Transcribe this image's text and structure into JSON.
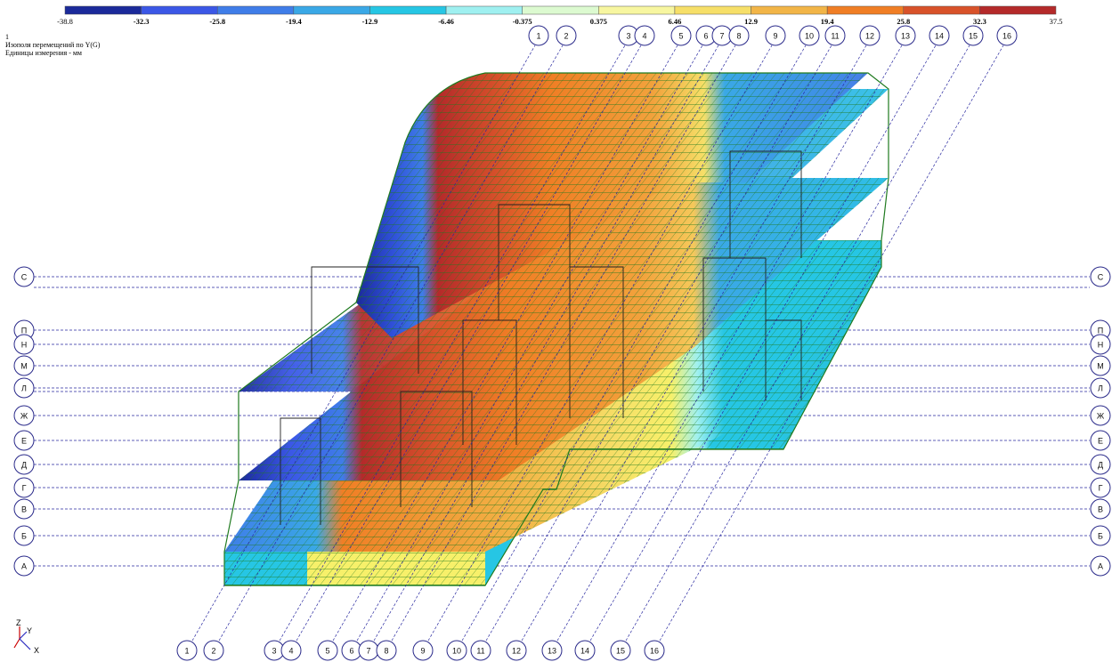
{
  "header": {
    "step": "1",
    "title": "Изополя перемещений по Y(G)",
    "units": "Единицы измерения - мм"
  },
  "scale": {
    "labels": [
      "-38.8",
      "-32.3",
      "-25.8",
      "-19.4",
      "-12.9",
      "-6.46",
      "-0.375",
      "0.375",
      "6.46",
      "12.9",
      "19.4",
      "25.8",
      "32.3",
      "37.5"
    ],
    "colors": [
      "#1b2a9a",
      "#3b57e6",
      "#3f7de8",
      "#3aa8e6",
      "#26c6e4",
      "#9ff0f0",
      "#dcfad0",
      "#f7f6a0",
      "#f6df68",
      "#f2b547",
      "#f07e25",
      "#d8522a",
      "#b42a2a"
    ]
  },
  "axes_numeric": [
    "1",
    "2",
    "3",
    "4",
    "5",
    "6",
    "7",
    "8",
    "9",
    "10",
    "11",
    "12",
    "13",
    "14",
    "15",
    "16"
  ],
  "axes_letter": [
    "С",
    "П",
    "Н",
    "М",
    "Л",
    "Ж",
    "Е",
    "Д",
    "Г",
    "В",
    "Б",
    "А"
  ],
  "triad": {
    "z": "Z",
    "y": "Y",
    "x": "X"
  }
}
